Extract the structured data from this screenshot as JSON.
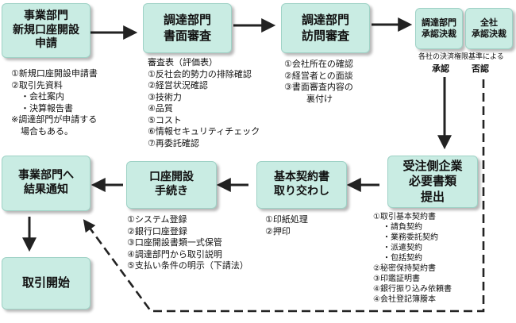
{
  "boxes": {
    "business_apply": [
      "事業部門",
      "新規口座開設",
      "申請"
    ],
    "doc_review": [
      "調達部門",
      "書面審査"
    ],
    "visit_review": [
      "調達部門",
      "訪問審査"
    ],
    "proc_approval": [
      "調達部門",
      "承認決裁"
    ],
    "corp_approval": [
      "全社",
      "承認決裁"
    ],
    "supplier_docs": [
      "受注側企業",
      "必要書類",
      "提出"
    ],
    "basic_contract": [
      "基本契約書",
      "取り交わし"
    ],
    "account_procedure": [
      "口座開設",
      "手続き"
    ],
    "notify_result": [
      "事業部門へ",
      "結果通知"
    ],
    "start_trade": "取引開始"
  },
  "approval_basis": "各社の決済権限基準による",
  "approval_labels": {
    "approve": "承認",
    "reject": "否認"
  },
  "notes": {
    "apply": [
      "①新規口座開設申請書",
      "②取引先資料",
      "・会社案内",
      "・決算報告書",
      "※調達部門が申請する",
      "場合もある。"
    ],
    "doc_review": [
      "審査表（評価表）",
      "①反社会的勢力の排除確認",
      "②経営状況確認",
      "③技術力",
      "④品質",
      "⑤コスト",
      "⑥情報セキュリティチェック",
      "⑦再委託確認"
    ],
    "visit_review": [
      "①会社所在の確認",
      "②経営者との面談",
      "③書面審査内容の",
      "裏付け"
    ],
    "supplier_docs": [
      "①取引基本契約書",
      "・請負契約",
      "・業務委託契約",
      "・派遣契約",
      "・包括契約",
      "②秘密保持契約書",
      "③印鑑証明書",
      "④銀行振り込み依頼書",
      "④会社登記簿謄本"
    ],
    "basic_contract": [
      "①印紙処理",
      "②押印"
    ],
    "account_procedure": [
      "①システム登録",
      "②銀行口座登録",
      "③口座開設書類一式保管",
      "④調達部門から取引説明",
      "⑤支払い条件の明示（下請法）"
    ]
  }
}
